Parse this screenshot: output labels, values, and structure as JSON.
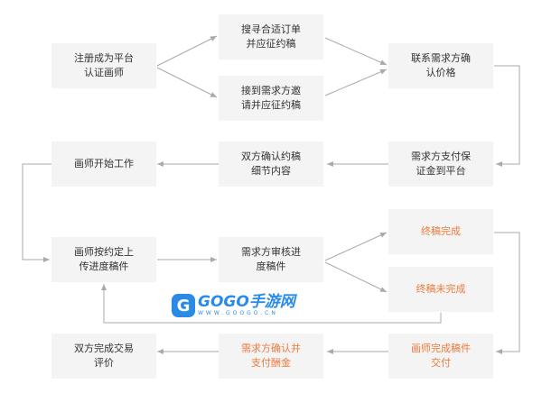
{
  "nodes": {
    "register": [
      "注册成为平台",
      "认证画师"
    ],
    "search_order": [
      "搜寻合适订单",
      "并应征约稿"
    ],
    "receive_invite": [
      "接到需求方邀",
      "请并应征约稿"
    ],
    "contact_client": [
      "联系需求方确",
      "认价格"
    ],
    "pay_deposit": [
      "需求方支付保",
      "证金到平台"
    ],
    "confirm_details": [
      "双方确认约稿",
      "细节内容"
    ],
    "start_work": [
      "画师开始工作"
    ],
    "upload_progress": [
      "画师按约定上",
      "传进度稿件"
    ],
    "review_progress": [
      "需求方审核进",
      "度稿件"
    ],
    "final_done": [
      "终稿完成"
    ],
    "final_not_done": [
      "终稿未完成"
    ],
    "deliver": [
      "画师完成稿件",
      "交付"
    ],
    "client_confirm_pay": [
      "需求方确认并",
      "支付酬金"
    ],
    "complete_review": [
      "双方完成交易",
      "评价"
    ]
  },
  "colors": {
    "highlight": "#ef7a3c",
    "box": "#f4f4f4",
    "arrow": "#aaaaaa"
  },
  "watermark": {
    "brand": "GOGO手游网",
    "url": "WWW.GOOGO.CN"
  }
}
